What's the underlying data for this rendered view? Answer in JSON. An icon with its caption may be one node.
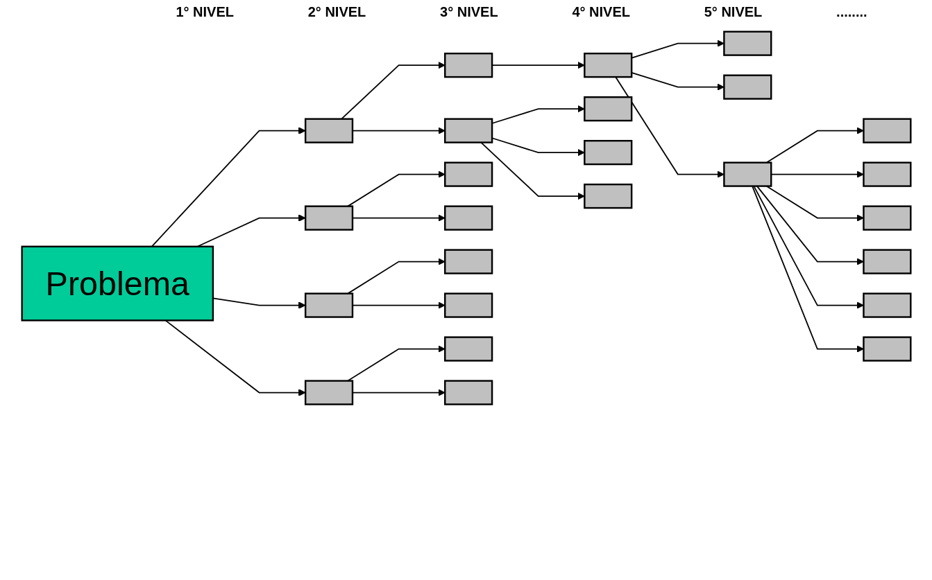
{
  "diagram": {
    "nodes": [
      {
        "text": [
          "Problema"
        ]
      },
      {
        "text": [],
        "shape": "box"
      },
      {
        "text": [],
        "shape": "box"
      },
      {
        "text": [],
        "shape": "box"
      },
      {
        "text": [],
        "shape": "box"
      },
      {
        "text": [],
        "shape": "box"
      },
      {
        "text": [],
        "shape": "box"
      },
      {
        "text": [],
        "shape": "box"
      },
      {
        "text": [],
        "shape": "box"
      },
      {
        "text": [],
        "shape": "box"
      },
      {
        "text": [],
        "shape": "box"
      },
      {
        "text": [],
        "shape": "box"
      },
      {
        "text": [],
        "shape": "box"
      },
      {
        "text": [],
        "shape": "box"
      },
      {
        "text": [],
        "shape": "box"
      },
      {
        "text": [],
        "shape": "box"
      },
      {
        "text": [],
        "shape": "box"
      },
      {
        "text": [],
        "shape": "box"
      },
      {
        "text": [],
        "shape": "box"
      },
      {
        "text": [],
        "shape": "box"
      },
      {
        "text": [],
        "shape": "box"
      },
      {
        "text": [],
        "shape": "box"
      },
      {
        "text": [],
        "shape": "box"
      },
      {
        "text": [],
        "shape": "box"
      },
      {
        "text": [],
        "shape": "box"
      },
      {
        "text": [],
        "shape": "box"
      }
    ],
    "edges": [
      {
        "from": 0,
        "to": 1,
        "arrow": "to"
      },
      {
        "from": 0,
        "to": 2,
        "arrow": "to"
      },
      {
        "from": 0,
        "to": 3,
        "arrow": "to"
      },
      {
        "from": 0,
        "to": 4,
        "arrow": "to"
      },
      {
        "from": 1,
        "to": 5,
        "arrow": "to"
      },
      {
        "from": 1,
        "to": 6,
        "arrow": "to"
      },
      {
        "from": 2,
        "to": 7,
        "arrow": "to"
      },
      {
        "from": 2,
        "to": 8,
        "arrow": "to"
      },
      {
        "from": 3,
        "to": 9,
        "arrow": "to"
      },
      {
        "from": 3,
        "to": 10,
        "arrow": "to"
      },
      {
        "from": 4,
        "to": 11,
        "arrow": "to"
      },
      {
        "from": 4,
        "to": 12,
        "arrow": "to"
      },
      {
        "from": 5,
        "to": 13,
        "arrow": "to"
      },
      {
        "from": 6,
        "to": 14,
        "arrow": "to"
      },
      {
        "from": 6,
        "to": 15,
        "arrow": "to"
      },
      {
        "from": 6,
        "to": 16,
        "arrow": "to"
      },
      {
        "from": 13,
        "to": 17,
        "arrow": "to"
      },
      {
        "from": 13,
        "to": 18,
        "arrow": "to"
      },
      {
        "from": 13,
        "to": 19,
        "arrow": "to"
      },
      {
        "from": 19,
        "to": 20,
        "arrow": "to"
      },
      {
        "from": 19,
        "to": 21,
        "arrow": "to"
      },
      {
        "from": 19,
        "to": 22,
        "arrow": "to"
      },
      {
        "from": 19,
        "to": 23,
        "arrow": "to"
      },
      {
        "from": 19,
        "to": 24,
        "arrow": "to"
      },
      {
        "from": 19,
        "to": 25,
        "arrow": "to"
      }
    ],
    "labels": [
      "1° NIVEL",
      "2° NIVEL",
      "3° NIVEL",
      "4° NIVEL",
      "5° NIVEL",
      "........"
    ]
  }
}
